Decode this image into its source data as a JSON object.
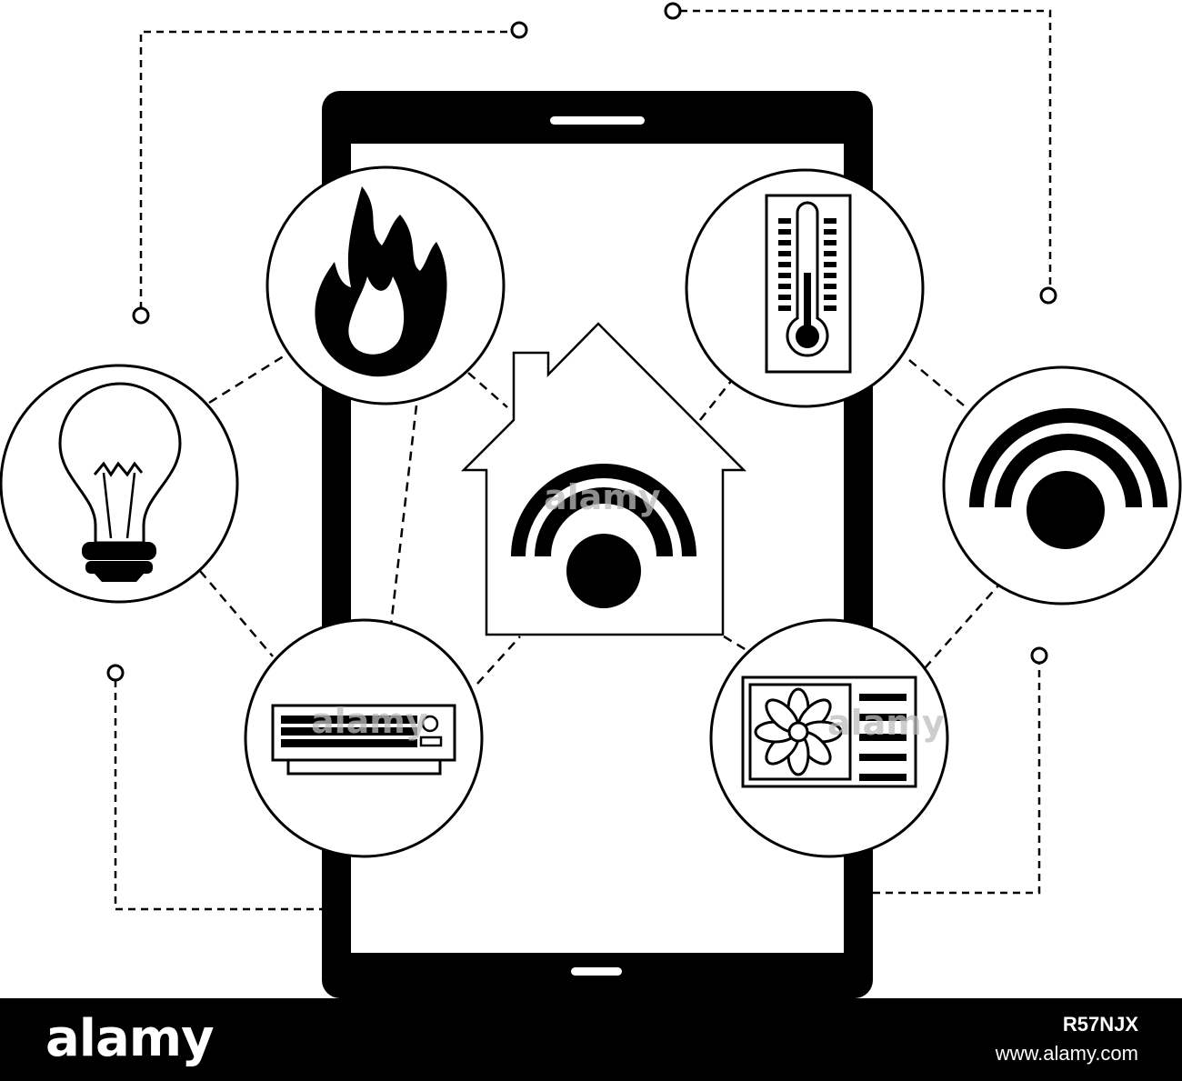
{
  "watermark": {
    "brand": "alamy",
    "image_code": "R57NJX",
    "site": "www.alamy.com"
  },
  "illustration": {
    "phone": "smartphone-outline",
    "center": "smart-home-wifi-icon",
    "devices": [
      "fire-icon",
      "thermometer-icon",
      "light-bulb-icon",
      "wifi-signal-icon",
      "air-conditioner-icon",
      "hvac-unit-icon"
    ],
    "colors": {
      "ink": "#000000",
      "background": "#ffffff",
      "footer": "#000000"
    }
  }
}
